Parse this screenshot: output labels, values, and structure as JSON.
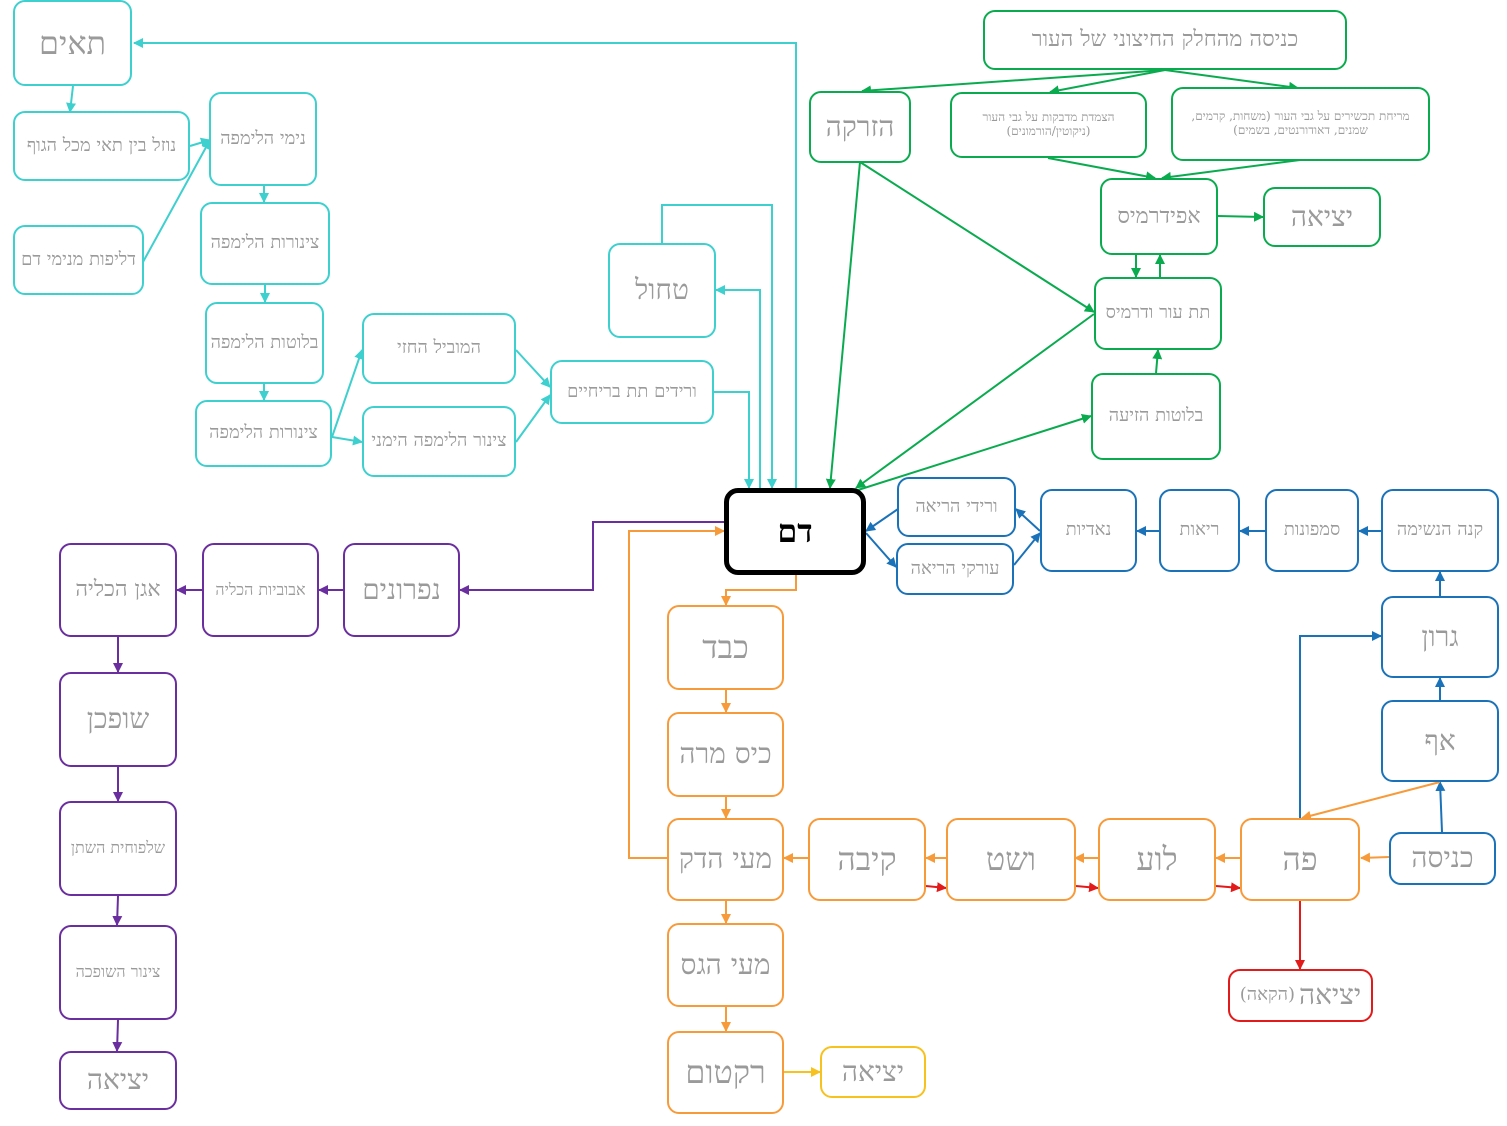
{
  "nodes": {
    "blood": "דם",
    "cells": "תאים",
    "between_cells": "נוזל בין תאי מכל הגוף",
    "leak": "דליפות מנימי דם",
    "lymph_caps": "נימי הלימפה",
    "lymph_vessels_1": "צינורות הלימפה",
    "lymph_nodes": "בלוטות הלימפה",
    "lymph_vessels_2": "צינורות הלימפה",
    "thoracic_duct": "המוביל החזי",
    "right_lymph_duct": "צינור הלימפה הימני",
    "subclavian": "ורידים תת בריחיים",
    "spleen": "טחול",
    "skin_entry": "כניסה מהחלק החיצוני של העור",
    "injection": "הזרקה",
    "patch": "הצמדת מדבקות על גבי העור (ניקוטין/הורמונים)",
    "cream": "מריחת תכשירים על גבי העור (משחות, קרמים, שמנים, דאודורנטים, בשמים)",
    "epidermis": "אפידרמיס",
    "exit_skin": "יציאה",
    "dermis": "תת עור ודרמיס",
    "sweat": "בלוטות הזיעה",
    "pulm_veins": "ורידי הריאה",
    "pulm_arteries": "עורקי הריאה",
    "alveoli": "נאדיות",
    "lungs": "ריאות",
    "bronchi": "סמפונות",
    "trachea": "קנה הנשימה",
    "throat": "גרון",
    "nose": "אף",
    "entry_nose": "כניסה",
    "mouth": "פה",
    "esophagus": "לוע",
    "esophagus2": "ושט",
    "stomach": "קיבה",
    "small_int": "מעי הדק",
    "liver": "כבד",
    "gallbladder": "כיס מרה",
    "large_int": "מעי הגס",
    "rectum": "רקטום",
    "exit_rectum": "יציאה",
    "vomit_exit": "יציאה",
    "vomit_note": "(הקאה)",
    "nephrons": "נפרונים",
    "kidney_calyx": "אבוביות הכליה",
    "pelvis": "אגן הכליה",
    "ureter": "שופכן",
    "bladder": "שלפוחית השתן",
    "urethra": "צינור השופכה",
    "exit_urine": "יציאה"
  },
  "colors": {
    "teal": "#3ecfcf",
    "green": "#0aab4f",
    "blue": "#1a72b8",
    "orange": "#f79a3a",
    "purple": "#6a2e9e",
    "yellow": "#f7c21e",
    "red": "#e31a1a"
  }
}
